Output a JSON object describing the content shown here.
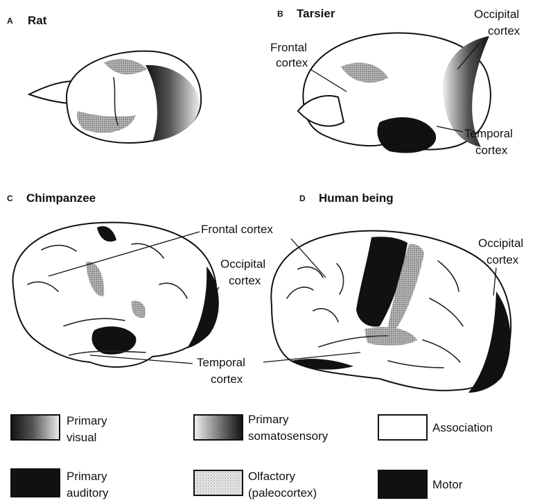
{
  "panels": {
    "a": {
      "letter": "A",
      "title": "Rat"
    },
    "b": {
      "letter": "B",
      "title": "Tarsier",
      "labels": {
        "frontal_1": "Frontal",
        "frontal_2": "cortex",
        "occipital_1": "Occipital",
        "occipital_2": "cortex",
        "temporal_1": "Temporal",
        "temporal_2": "cortex"
      }
    },
    "c": {
      "letter": "C",
      "title": "Chimpanzee",
      "labels": {
        "occipital_1": "Occipital",
        "occipital_2": "cortex"
      }
    },
    "d": {
      "letter": "D",
      "title": "Human being",
      "labels": {
        "occipital_1": "Occipital",
        "occipital_2": "cortex"
      }
    }
  },
  "shared_labels": {
    "frontal": "Frontal cortex",
    "temporal_1": "Temporal",
    "temporal_2": "cortex"
  },
  "legend": [
    {
      "line1": "Primary",
      "line2": "visual",
      "pattern": "visual"
    },
    {
      "line1": "Primary",
      "line2": "somatosensory",
      "pattern": "somatosensory"
    },
    {
      "line1": "Association",
      "line2": "",
      "pattern": "association"
    },
    {
      "line1": "Primary",
      "line2": "auditory",
      "pattern": "auditory"
    },
    {
      "line1": "Olfactory",
      "line2": "(paleocortex)",
      "pattern": "olfactory"
    },
    {
      "line1": "Motor",
      "line2": "",
      "pattern": "motor"
    }
  ],
  "colors": {
    "ink": "#111111",
    "paper": "#ffffff",
    "stipple_light": "#d8d8d8",
    "stipple_mid": "#9a9a9a"
  }
}
